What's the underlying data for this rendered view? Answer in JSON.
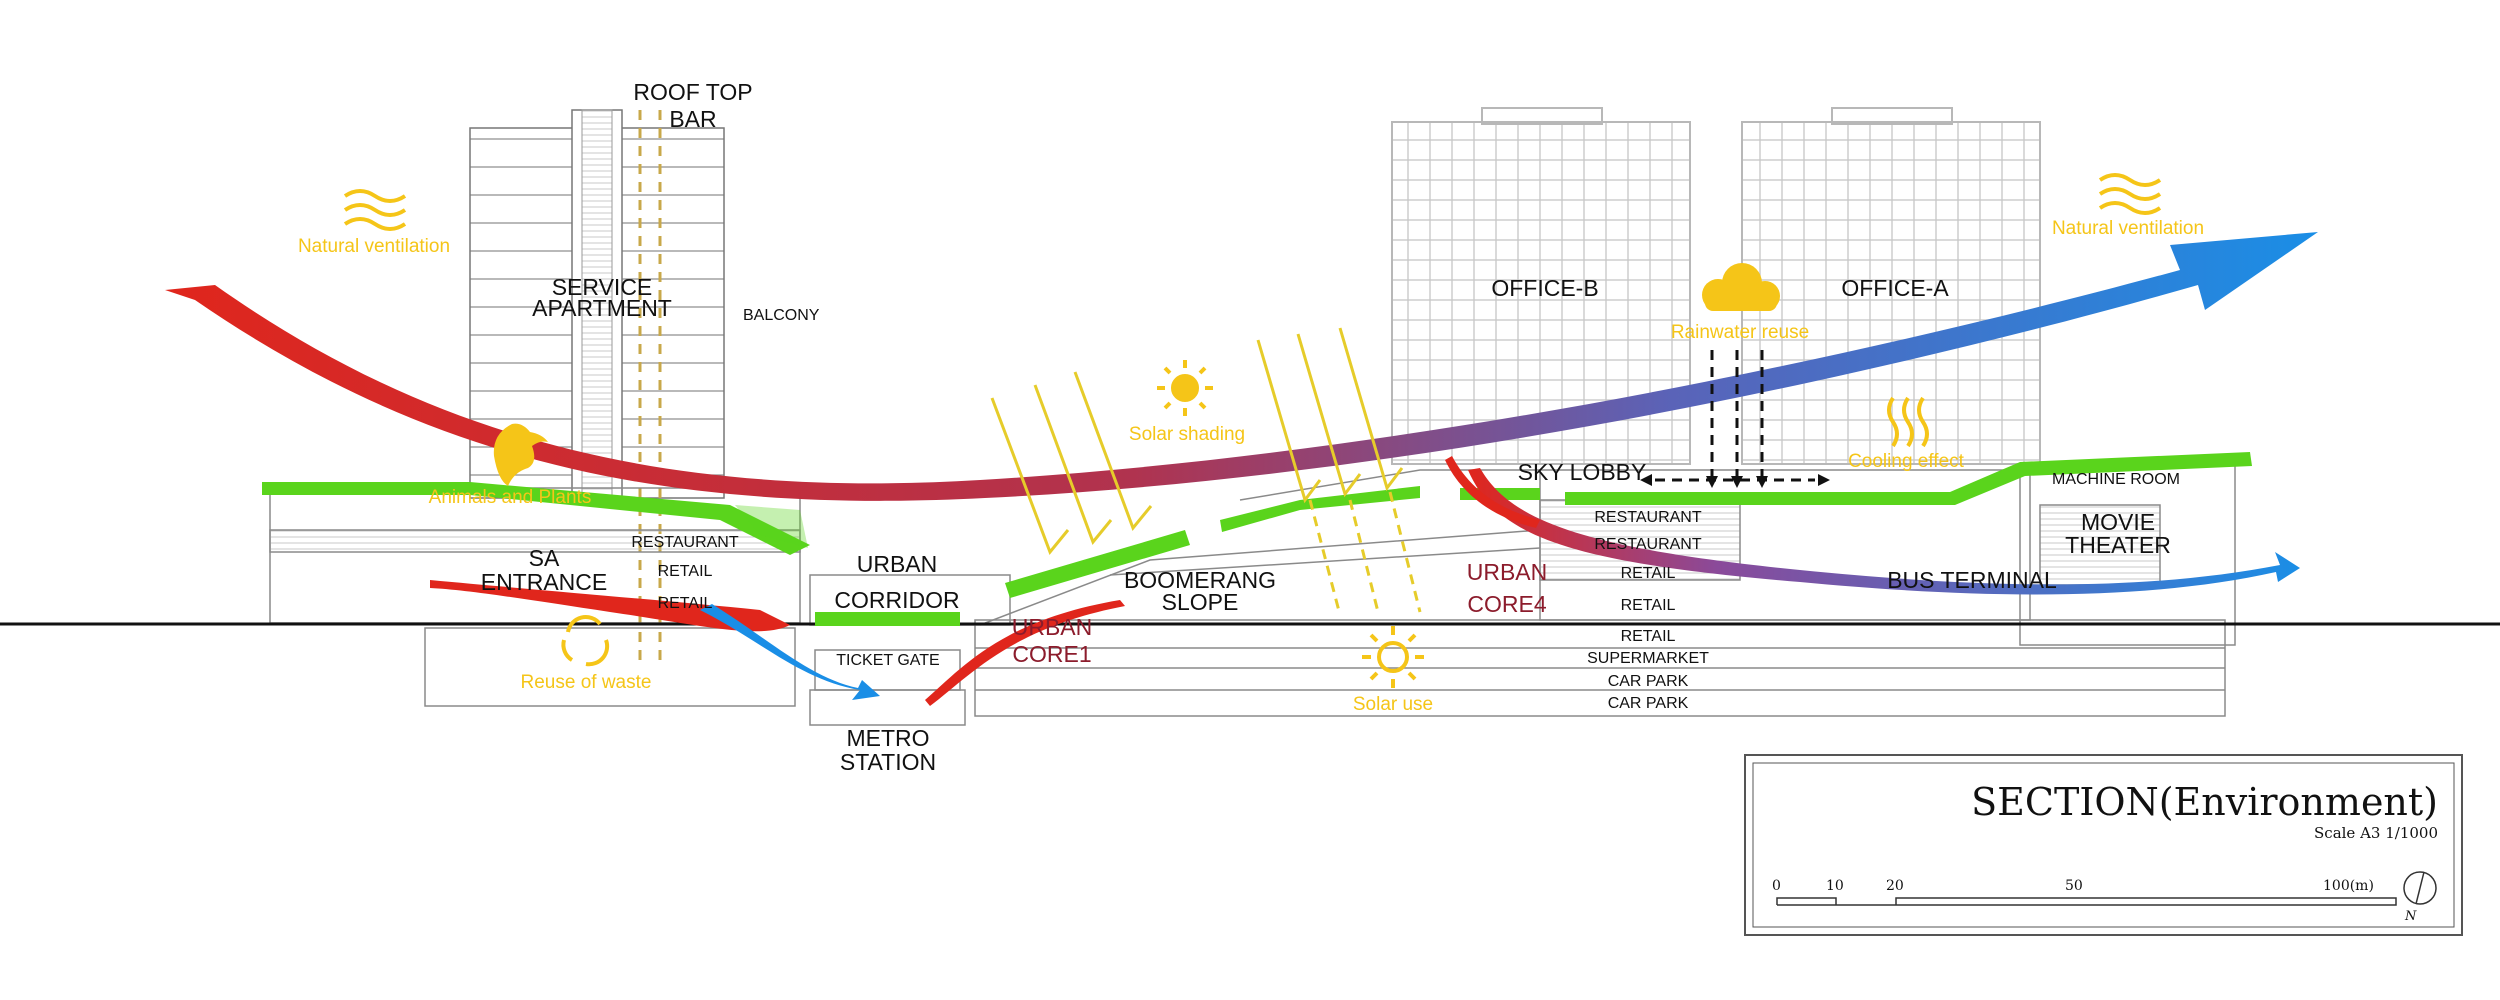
{
  "diagram": {
    "labels": {
      "roof_top_bar": [
        "ROOF TOP",
        "BAR"
      ],
      "service_apartment": [
        "SERVICE",
        "APARTMENT"
      ],
      "balcony": "BALCONY",
      "office_b": "OFFICE-B",
      "office_a": "OFFICE-A",
      "sky_lobby": "SKY LOBBY",
      "machine_room": "MACHINE ROOM",
      "movie_theater": [
        "MOVIE",
        "THEATER"
      ],
      "bus_terminal": "BUS TERMINAL",
      "sa_entrance": [
        "SA",
        "ENTRANCE"
      ],
      "urban_corridor": [
        "URBAN",
        "CORRIDOR"
      ],
      "boomerang_slope": [
        "BOOMERANG",
        "SLOPE"
      ],
      "ticket_gate": "TICKET GATE",
      "metro_station": [
        "METRO",
        "STATION"
      ],
      "apt_floors": [
        "RESTAURANT",
        "RETAIL",
        "RETAIL"
      ],
      "podium_floors": [
        "RESTAURANT",
        "RESTAURANT",
        "RETAIL",
        "RETAIL",
        "RETAIL",
        "SUPERMARKET",
        "CAR PARK",
        "CAR PARK"
      ]
    },
    "urban_cores": {
      "core1": [
        "URBAN",
        "CORE1"
      ],
      "core4": [
        "URBAN",
        "CORE4"
      ]
    },
    "eco_labels": {
      "natural_ventilation_left": "Natural ventilation",
      "natural_ventilation_right": "Natural ventilation",
      "solar_shading": "Solar shading",
      "rainwater_reuse": "Rainwater reuse",
      "cooling_effect": "Cooling effect",
      "animals_and_plants": "Animals and Plants",
      "reuse_of_waste": "Reuse of waste",
      "solar_use": "Solar use"
    },
    "colors": {
      "green_roof": "#5ad41c",
      "wind_warm": "#e0261c",
      "wind_cool": "#1a8ee6",
      "eco_yellow": "#f5c518",
      "core_text": "#8c1c2c",
      "line_gray": "#9a9a9a"
    }
  },
  "title_block": {
    "title": "SECTION(Environment)",
    "scale": "Scale A3 1/1000",
    "scale_ticks": [
      "0",
      "10",
      "20",
      "50",
      "100(m)"
    ],
    "north": "N"
  }
}
